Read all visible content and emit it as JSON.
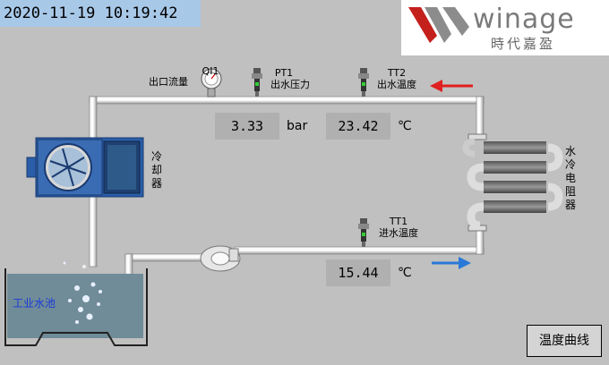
{
  "header": {
    "datetime": "2020-11-19 10:19:42"
  },
  "logo": {
    "word": "winage",
    "chinese": "時代嘉盈"
  },
  "sensors": {
    "qi1_tag": "QI1",
    "qi1_desc": "出口流量",
    "pt1_tag": "PT1",
    "pt1_desc": "出水压力",
    "tt2_tag": "TT2",
    "tt2_desc": "出水温度",
    "tt1_tag": "TT1",
    "tt1_desc": "进水温度"
  },
  "readings": {
    "pressure_value": "3.33",
    "pressure_unit": "bar",
    "outlet_temp_value": "23.42",
    "outlet_temp_unit": "℃",
    "inlet_temp_value": "15.44",
    "inlet_temp_unit": "℃"
  },
  "equipment": {
    "cooler_label": "冷却器",
    "heater_label": "水冷电阻器",
    "pool_label": "工业水池"
  },
  "buttons": {
    "temp_curve": "温度曲线"
  },
  "colors": {
    "arrow_outlet": "#e02020",
    "arrow_inlet": "#2a78d8",
    "cooler_body": "#2a5ea8",
    "pool_water": "#708c98"
  }
}
